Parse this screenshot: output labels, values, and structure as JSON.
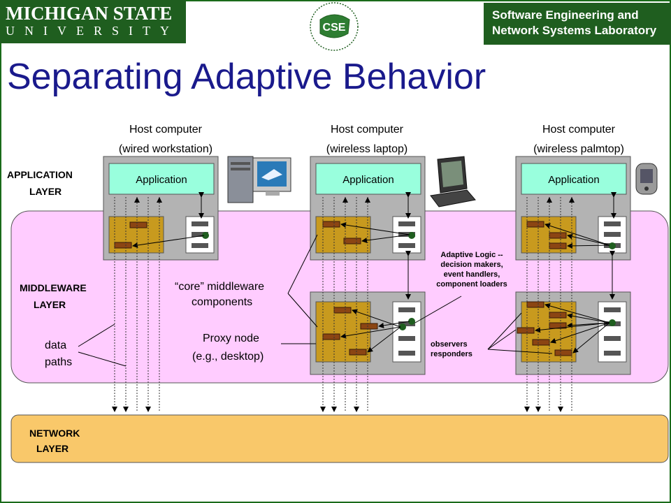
{
  "header": {
    "university_line1": "MICHIGAN STATE",
    "university_line2": "UNIVERSITY",
    "lab_line1": "Software Engineering and",
    "lab_line2": "Network Systems Laboratory",
    "seal_text": "CSE"
  },
  "title": "Separating Adaptive Behavior",
  "hosts": [
    {
      "line1": "Host computer",
      "line2": "(wired workstation)",
      "app_label": "Application"
    },
    {
      "line1": "Host computer",
      "line2": "(wireless laptop)",
      "app_label": "Application"
    },
    {
      "line1": "Host computer",
      "line2": "(wireless palmtop)",
      "app_label": "Application"
    }
  ],
  "layers": {
    "application_1": "APPLICATION",
    "application_2": "LAYER",
    "middleware_1": "MIDDLEWARE",
    "middleware_2": "LAYER",
    "network_1": "NETWORK",
    "network_2": "LAYER"
  },
  "annotations": {
    "data_paths_1": "data",
    "data_paths_2": "paths",
    "core_1": "“core” middleware",
    "core_2": "components",
    "proxy_1": "Proxy node",
    "proxy_2": "(e.g., desktop)",
    "adaptive_1": "Adaptive Logic --",
    "adaptive_2": "decision makers,",
    "adaptive_3": "event handlers,",
    "adaptive_4": "component loaders",
    "observers_1": "observers",
    "observers_2": "responders"
  },
  "colors": {
    "title": "#1a1a8c",
    "brand_green": "#1f5e1f",
    "middleware_band": "#ffccff",
    "network_band": "#f9c86a",
    "application_box": "#99ffdd",
    "host_box": "#b3b3b3",
    "component_panel": "#b8860b",
    "component_block": "#8b4513",
    "observer_dot": "#1f5e1f"
  }
}
